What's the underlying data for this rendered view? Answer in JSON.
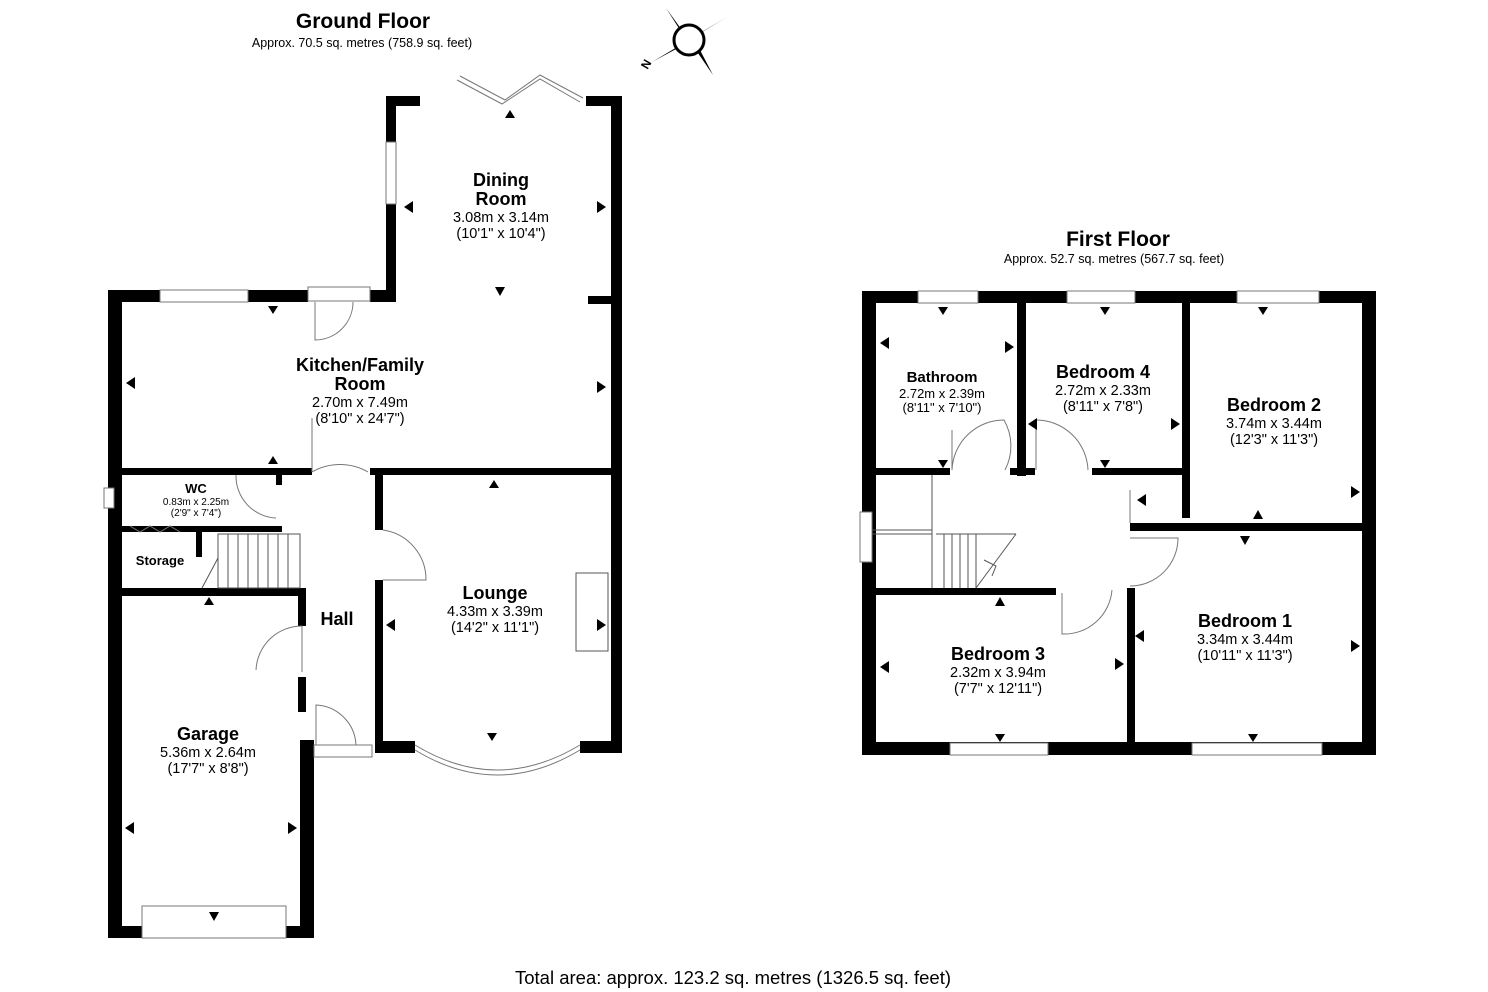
{
  "ground_floor": {
    "title": "Ground Floor",
    "area": "Approx. 70.5 sq. metres (758.9 sq. feet)",
    "rooms": {
      "dining": {
        "name_l1": "Dining",
        "name_l2": "Room",
        "metric": "3.08m x 3.14m",
        "imperial": "(10'1\" x 10'4\")"
      },
      "kitchen": {
        "name_l1": "Kitchen/Family",
        "name_l2": "Room",
        "metric": "2.70m x 7.49m",
        "imperial": "(8'10\" x 24'7\")"
      },
      "wc": {
        "name": "WC",
        "metric": "0.83m x 2.25m",
        "imperial": "(2'9\" x 7'4\")"
      },
      "storage": {
        "name": "Storage"
      },
      "hall": {
        "name": "Hall"
      },
      "lounge": {
        "name": "Lounge",
        "metric": "4.33m x 3.39m",
        "imperial": "(14'2\" x 11'1\")"
      },
      "garage": {
        "name": "Garage",
        "metric": "5.36m x 2.64m",
        "imperial": "(17'7\" x 8'8\")"
      }
    }
  },
  "first_floor": {
    "title": "First Floor",
    "area": "Approx. 52.7 sq. metres (567.7 sq. feet)",
    "rooms": {
      "bathroom": {
        "name": "Bathroom",
        "metric": "2.72m x 2.39m",
        "imperial": "(8'11\" x 7'10\")"
      },
      "bedroom4": {
        "name": "Bedroom 4",
        "metric": "2.72m x 2.33m",
        "imperial": "(8'11\" x 7'8\")"
      },
      "bedroom2": {
        "name": "Bedroom 2",
        "metric": "3.74m x 3.44m",
        "imperial": "(12'3\" x 11'3\")"
      },
      "bedroom3": {
        "name": "Bedroom 3",
        "metric": "2.32m x 3.94m",
        "imperial": "(7'7\" x 12'11\")"
      },
      "bedroom1": {
        "name": "Bedroom 1",
        "metric": "3.34m x 3.44m",
        "imperial": "(10'11\" x 11'3\")"
      }
    }
  },
  "compass": {
    "label": "N",
    "icon": "compass-icon"
  },
  "total_area": "Total area: approx. 123.2 sq. metres (1326.5 sq. feet)"
}
